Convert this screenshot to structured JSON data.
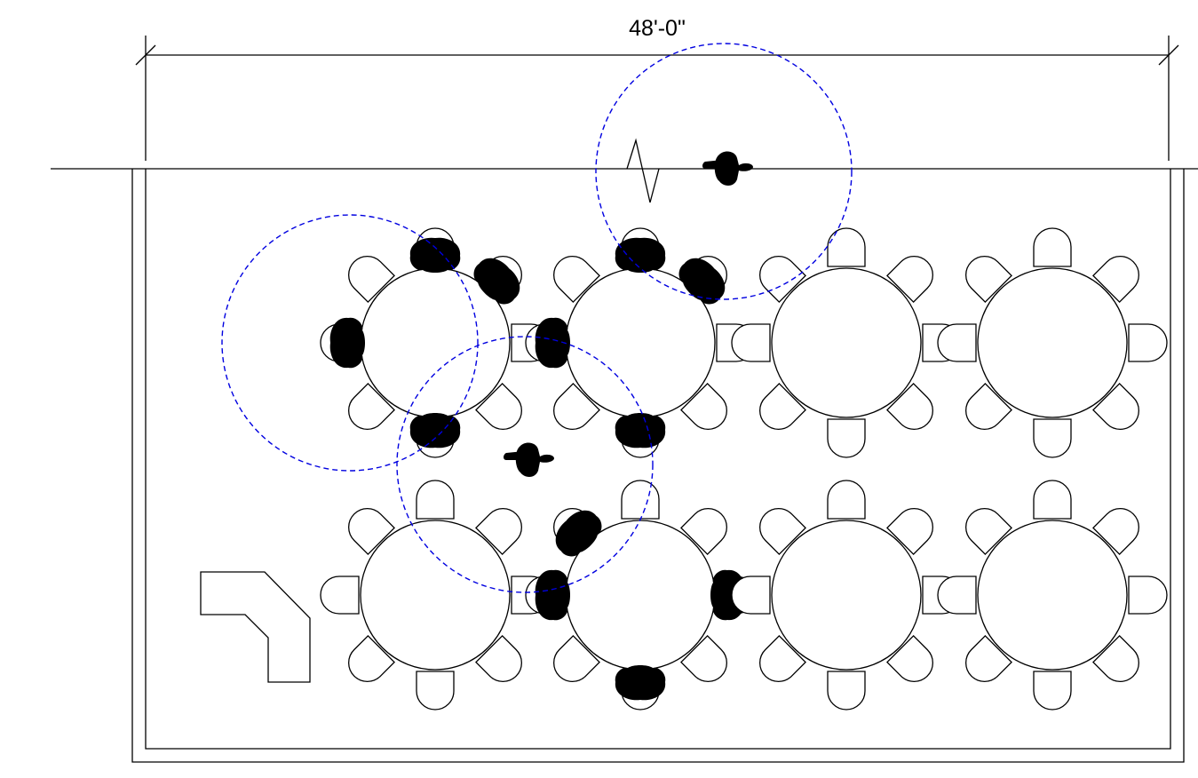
{
  "drawing": {
    "dimension_label": "48'-0\""
  },
  "colors": {
    "lines": "#000000",
    "guest": "#e00000",
    "server": "#0000e0"
  },
  "icons": {
    "guest": "seated-person-icon",
    "server": "standing-server-icon",
    "chair": "chair-icon",
    "table": "round-table-icon",
    "counter": "l-shaped-counter",
    "break": "break-line-icon"
  },
  "tables": [
    {
      "id": "A1",
      "guests": [
        "n",
        "ne",
        "s"
      ],
      "servers": [
        "w"
      ]
    },
    {
      "id": "A2",
      "guests": [
        "n",
        "ne",
        "w",
        "s"
      ],
      "servers": []
    },
    {
      "id": "A3",
      "guests": [],
      "servers": []
    },
    {
      "id": "A4",
      "guests": [],
      "servers": []
    },
    {
      "id": "B1",
      "guests": [],
      "servers": []
    },
    {
      "id": "B2",
      "guests": [
        "nw",
        "w",
        "e",
        "s"
      ],
      "servers": []
    },
    {
      "id": "B3",
      "guests": [],
      "servers": []
    },
    {
      "id": "B4",
      "guests": [],
      "servers": []
    }
  ]
}
